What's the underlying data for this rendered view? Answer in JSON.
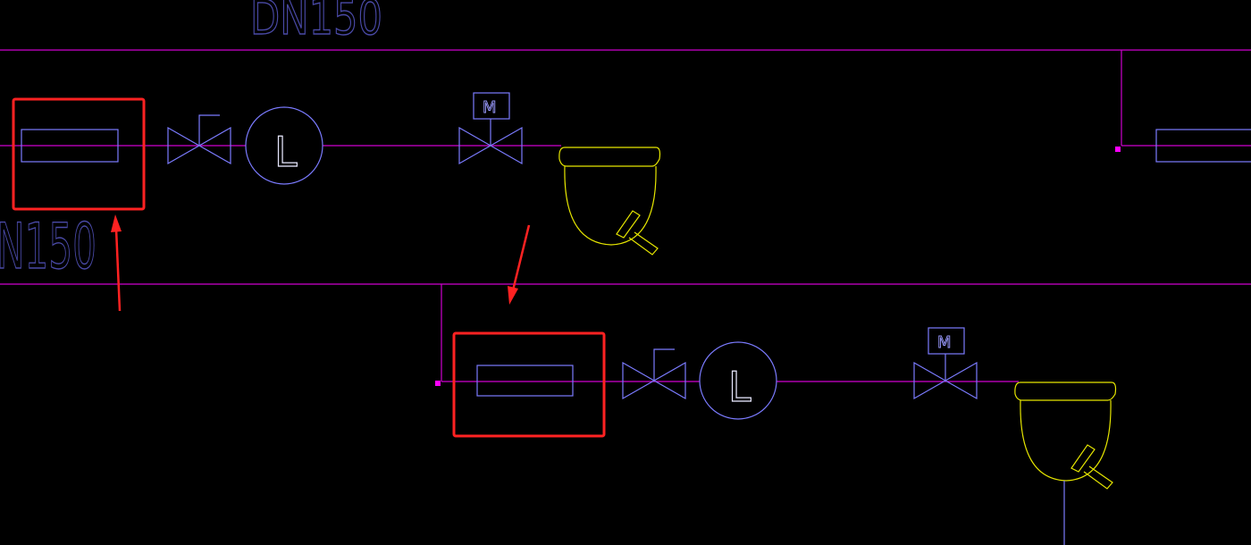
{
  "colors": {
    "background": "#000000",
    "pipe": "#d000d0",
    "equipment": "#7b7bff",
    "vessel": "#e6e600",
    "highlight": "#ff2222",
    "node": "#ff00ff"
  },
  "labels": {
    "top_pipe_size": "DN150",
    "left_pipe_size": "N150",
    "motor_valve_1": "M",
    "motor_valve_2": "M",
    "meter_1": "L",
    "meter_2": "L"
  },
  "icons": {
    "strainer": "filter-box",
    "check_valve": "check-valve",
    "flow_meter": "level-meter-circle",
    "motor_valve": "motorized-valve",
    "hopper": "hopper-vessel",
    "arrow": "annotation-arrow"
  }
}
